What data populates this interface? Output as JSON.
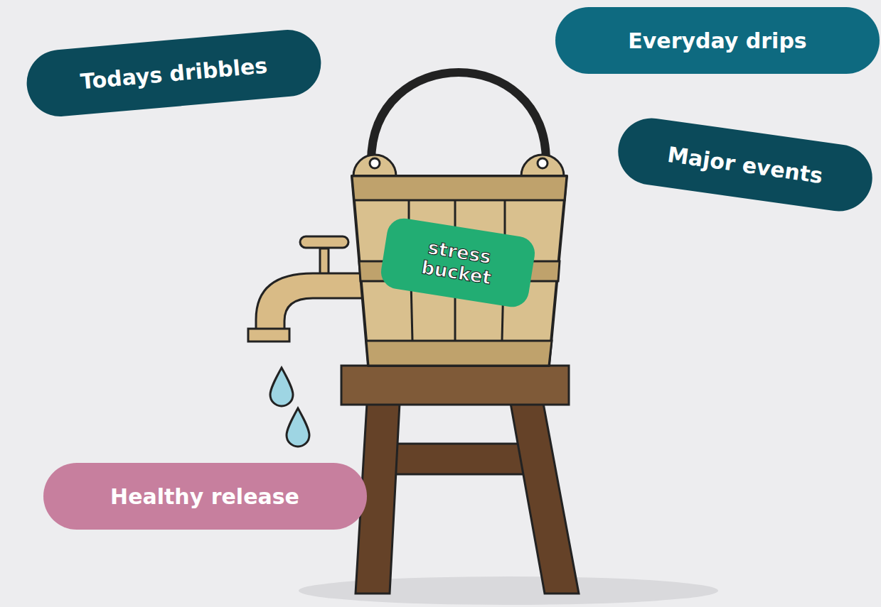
{
  "diagram": {
    "nodes": [
      {
        "text": [
          "Todays dribbles"
        ]
      },
      {
        "text": [
          "Everyday drips"
        ]
      },
      {
        "text": [
          "Major events"
        ]
      },
      {
        "text": [
          "stress bucket"
        ]
      },
      {
        "text": [
          "Healthy release"
        ]
      }
    ]
  }
}
